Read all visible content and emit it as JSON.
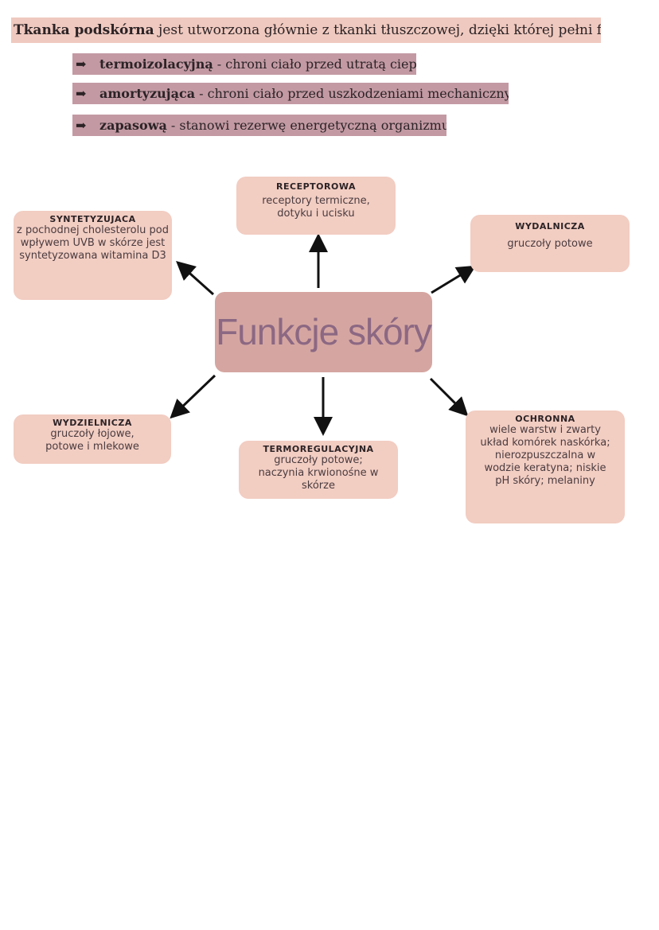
{
  "intro": {
    "bold": "Tkanka podskórna",
    "rest": " jest utworzona głównie z tkanki tłuszczowej, dzięki której pełni funkcje:"
  },
  "functions": [
    {
      "arrow": "➡",
      "term": "termoizolacyjną",
      "desc": " - chroni ciało przed utratą ciepła;"
    },
    {
      "arrow": "➡",
      "term": "amortyzująca",
      "desc": " - chroni ciało przed uszkodzeniami mechanicznymi;"
    },
    {
      "arrow": "➡",
      "term": "zapasową",
      "desc": " - stanowi rezerwę energetyczną organizmu."
    }
  ],
  "diagram": {
    "center": "Funkcje skóry",
    "nodes": {
      "receptorowa": {
        "title": "Receptorowa",
        "desc": "receptory termiczne, dotyku i ucisku"
      },
      "syntetyzujaca": {
        "title": "Syntetyzujaca",
        "desc": "z pochodnej cholesterolu pod wpływem UVB w skórze jest syntetyzowana witamina D3"
      },
      "wydalnicza": {
        "title": "Wydalnicza",
        "desc": "gruczoły potowe"
      },
      "wydzielnicza": {
        "title": "Wydzielnicza",
        "desc": "gruczoły łojowe, potowe i mlekowe"
      },
      "termoregulacyjna": {
        "title": "Termoregulacyjna",
        "desc": "gruczoły potowe; naczynia krwionośne w skórze"
      },
      "ochronna": {
        "title": "Ochronna",
        "desc": "wiele warstw i zwarty układ komórek naskórka; nierozpuszczalna w wodzie keratyna; niskie pH skóry; melaniny"
      }
    }
  }
}
